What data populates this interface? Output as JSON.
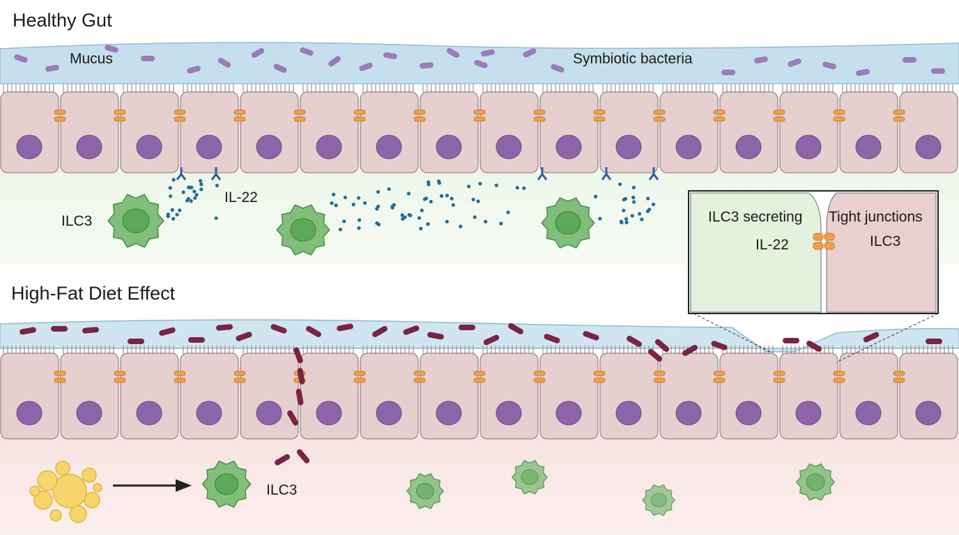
{
  "healthy": {
    "title": "Healthy Gut",
    "mucus_label": "Mucus",
    "bacteria_label": "Symbiotic bacteria",
    "ilc3_label": "ILC3",
    "il22_label": "IL-22"
  },
  "hfd": {
    "title": "High-Fat Diet Effect",
    "ilc3_label": "ILC3"
  },
  "inset": {
    "left_label": "ILC3 secreting",
    "il22_label": "IL-22",
    "right_label": "Tight junctions",
    "right_ilc3_label": "ILC3"
  },
  "colors": {
    "mucus": "#bcdbe8",
    "cell": "#e6d0cf",
    "nucleus": "#8e64a8",
    "junction": "#f0a04a",
    "bacteria_healthy": "#9b7bb8",
    "bacteria_hfd": "#7a2346",
    "ilc3": "#7fbf7a",
    "il22": "#1f6f96"
  }
}
